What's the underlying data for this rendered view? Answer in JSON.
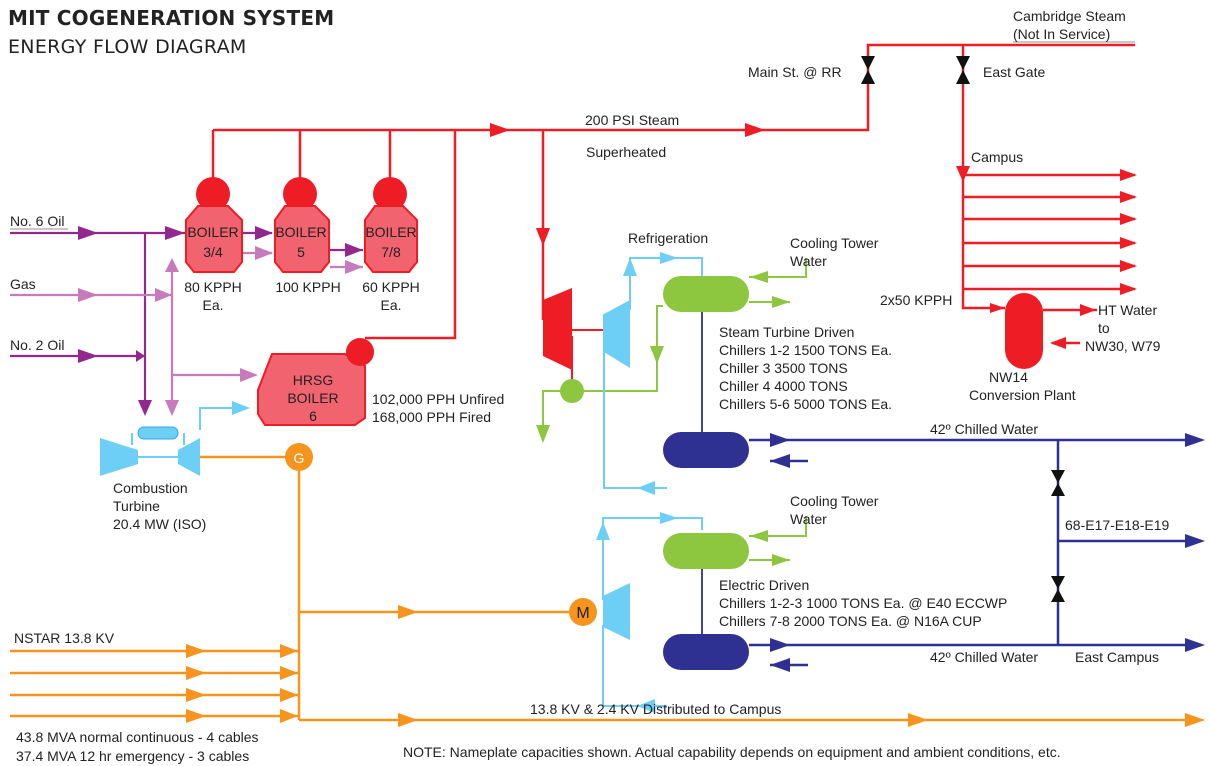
{
  "header": {
    "title": "MIT COGENERATION SYSTEM",
    "subtitle": "ENERGY FLOW DIAGRAM"
  },
  "colors": {
    "steam": "#ee1c24",
    "oil": "#92278f",
    "gas": "#c77bbd",
    "electric": "#f7941d",
    "chilled": "#2e3192",
    "cooling": "#8dc63f",
    "light_blue": "#6dcff6",
    "boiler_fill": "#f26370"
  },
  "fuel": {
    "no6": "No. 6 Oil",
    "gas": "Gas",
    "no2": "No. 2 Oil"
  },
  "boilers": [
    {
      "line1": "BOILER",
      "line2": "3/4",
      "cap1": "80 KPPH",
      "cap2": "Ea."
    },
    {
      "line1": "BOILER",
      "line2": "5",
      "cap1": "100 KPPH",
      "cap2": ""
    },
    {
      "line1": "BOILER",
      "line2": "7/8",
      "cap1": "60 KPPH",
      "cap2": "Ea."
    }
  ],
  "hrsg": {
    "line1": "HRSG",
    "line2": "BOILER",
    "line3": "6",
    "cap1": "102,000 PPH Unfired",
    "cap2": "168,000 PPH Fired"
  },
  "turbine": {
    "line1": "Combustion",
    "line2": "Turbine",
    "line3": "20.4 MW (ISO)"
  },
  "generator": "G",
  "motor": "M",
  "steam": {
    "main_label": "200 PSI Steam",
    "sub_label": "Superheated",
    "cambridge1": "Cambridge Steam",
    "cambridge2": "(Not In Service)",
    "valve1": "Main St. @ RR",
    "valve2": "East Gate",
    "campus": "Campus",
    "htx": "2x50 KPPH"
  },
  "nw14": {
    "out1": "HT Water",
    "out2": "to",
    "out3": "NW30, W79",
    "name1": "NW14",
    "name2": "Conversion Plant"
  },
  "refrigeration": {
    "label": "Refrigeration",
    "tower1_a": "Cooling Tower",
    "tower1_b": "Water",
    "st_title": "Steam Turbine Driven",
    "st_lines": [
      "Chillers 1-2   1500 TONS Ea.",
      "Chiller  3       3500 TONS",
      "Chiller  4       4000 TONS",
      "Chillers 5-6   5000 TONS Ea."
    ],
    "chw1": "42º Chilled Water",
    "link": "68-E17-E18-E19",
    "tower2_a": "Cooling Tower",
    "tower2_b": "Water",
    "el_title": "Electric Driven",
    "el_lines": [
      "Chillers 1-2-3  1000 TONS Ea. @ E40 ECCWP",
      "Chillers 7-8     2000 TONS Ea. @ N16A CUP"
    ],
    "chw2": "42º Chilled Water",
    "east": "East Campus"
  },
  "electric": {
    "nstar": "NSTAR 13.8 KV",
    "dist": "13.8 KV & 2.4 KV Distributed to Campus",
    "mva1": "43.8 MVA normal continuous - 4 cables",
    "mva2": "37.4 MVA 12 hr emergency - 3 cables"
  },
  "note": "NOTE: Nameplate capacities shown. Actual capability depends on equipment and ambient conditions, etc."
}
